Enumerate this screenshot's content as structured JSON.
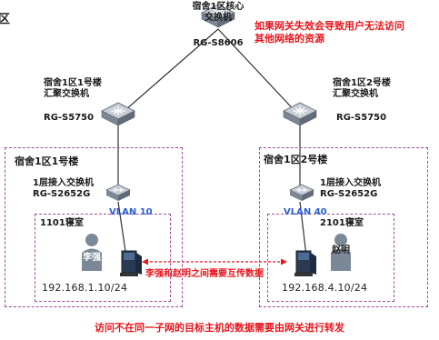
{
  "page": {
    "edge_char": "区"
  },
  "core_switch": {
    "name": "宿舍1区核心\n交换机",
    "model": "RG-S8606"
  },
  "warning": {
    "text": "如果网关失效会导致用户无法访问\n其他网络的资源",
    "color": "#e8141b"
  },
  "agg_left": {
    "name": "宿舍1区1号楼\n汇聚交换机",
    "model": "RG-S5750"
  },
  "agg_right": {
    "name": "宿舍1区2号楼\n汇聚交换机",
    "model": "RG-S5750"
  },
  "building_left": {
    "title": "宿舍1区1号楼"
  },
  "building_right": {
    "title": "宿舍1区2号楼"
  },
  "access_left": {
    "name": "1层接入交换机",
    "model": "RG-S2652G",
    "vlan": "VLAN 10"
  },
  "access_right": {
    "name": "1层接入交换机",
    "model": "RG-S2652G",
    "vlan": "VLAN 40"
  },
  "room_left": {
    "title": "1101寝室",
    "user": "李强",
    "ip": "192.168.1.10/24"
  },
  "room_right": {
    "title": "2101寝室",
    "user": "赵明",
    "ip": "192.168.4.10/24"
  },
  "link_note": {
    "text": "李强和赵明之间需要互传数据"
  },
  "footer": {
    "text": "访问不在同一子网的目标主机的数据需要由网关进行转发"
  },
  "colors": {
    "accent_red": "#e8141b",
    "vlan_blue": "#2a5fd0",
    "dashed_border": "#a04a9c",
    "link_line": "#333333"
  },
  "icons": [
    "router-switch-icon",
    "access-switch-icon",
    "person-icon",
    "desktop-pc-icon"
  ]
}
